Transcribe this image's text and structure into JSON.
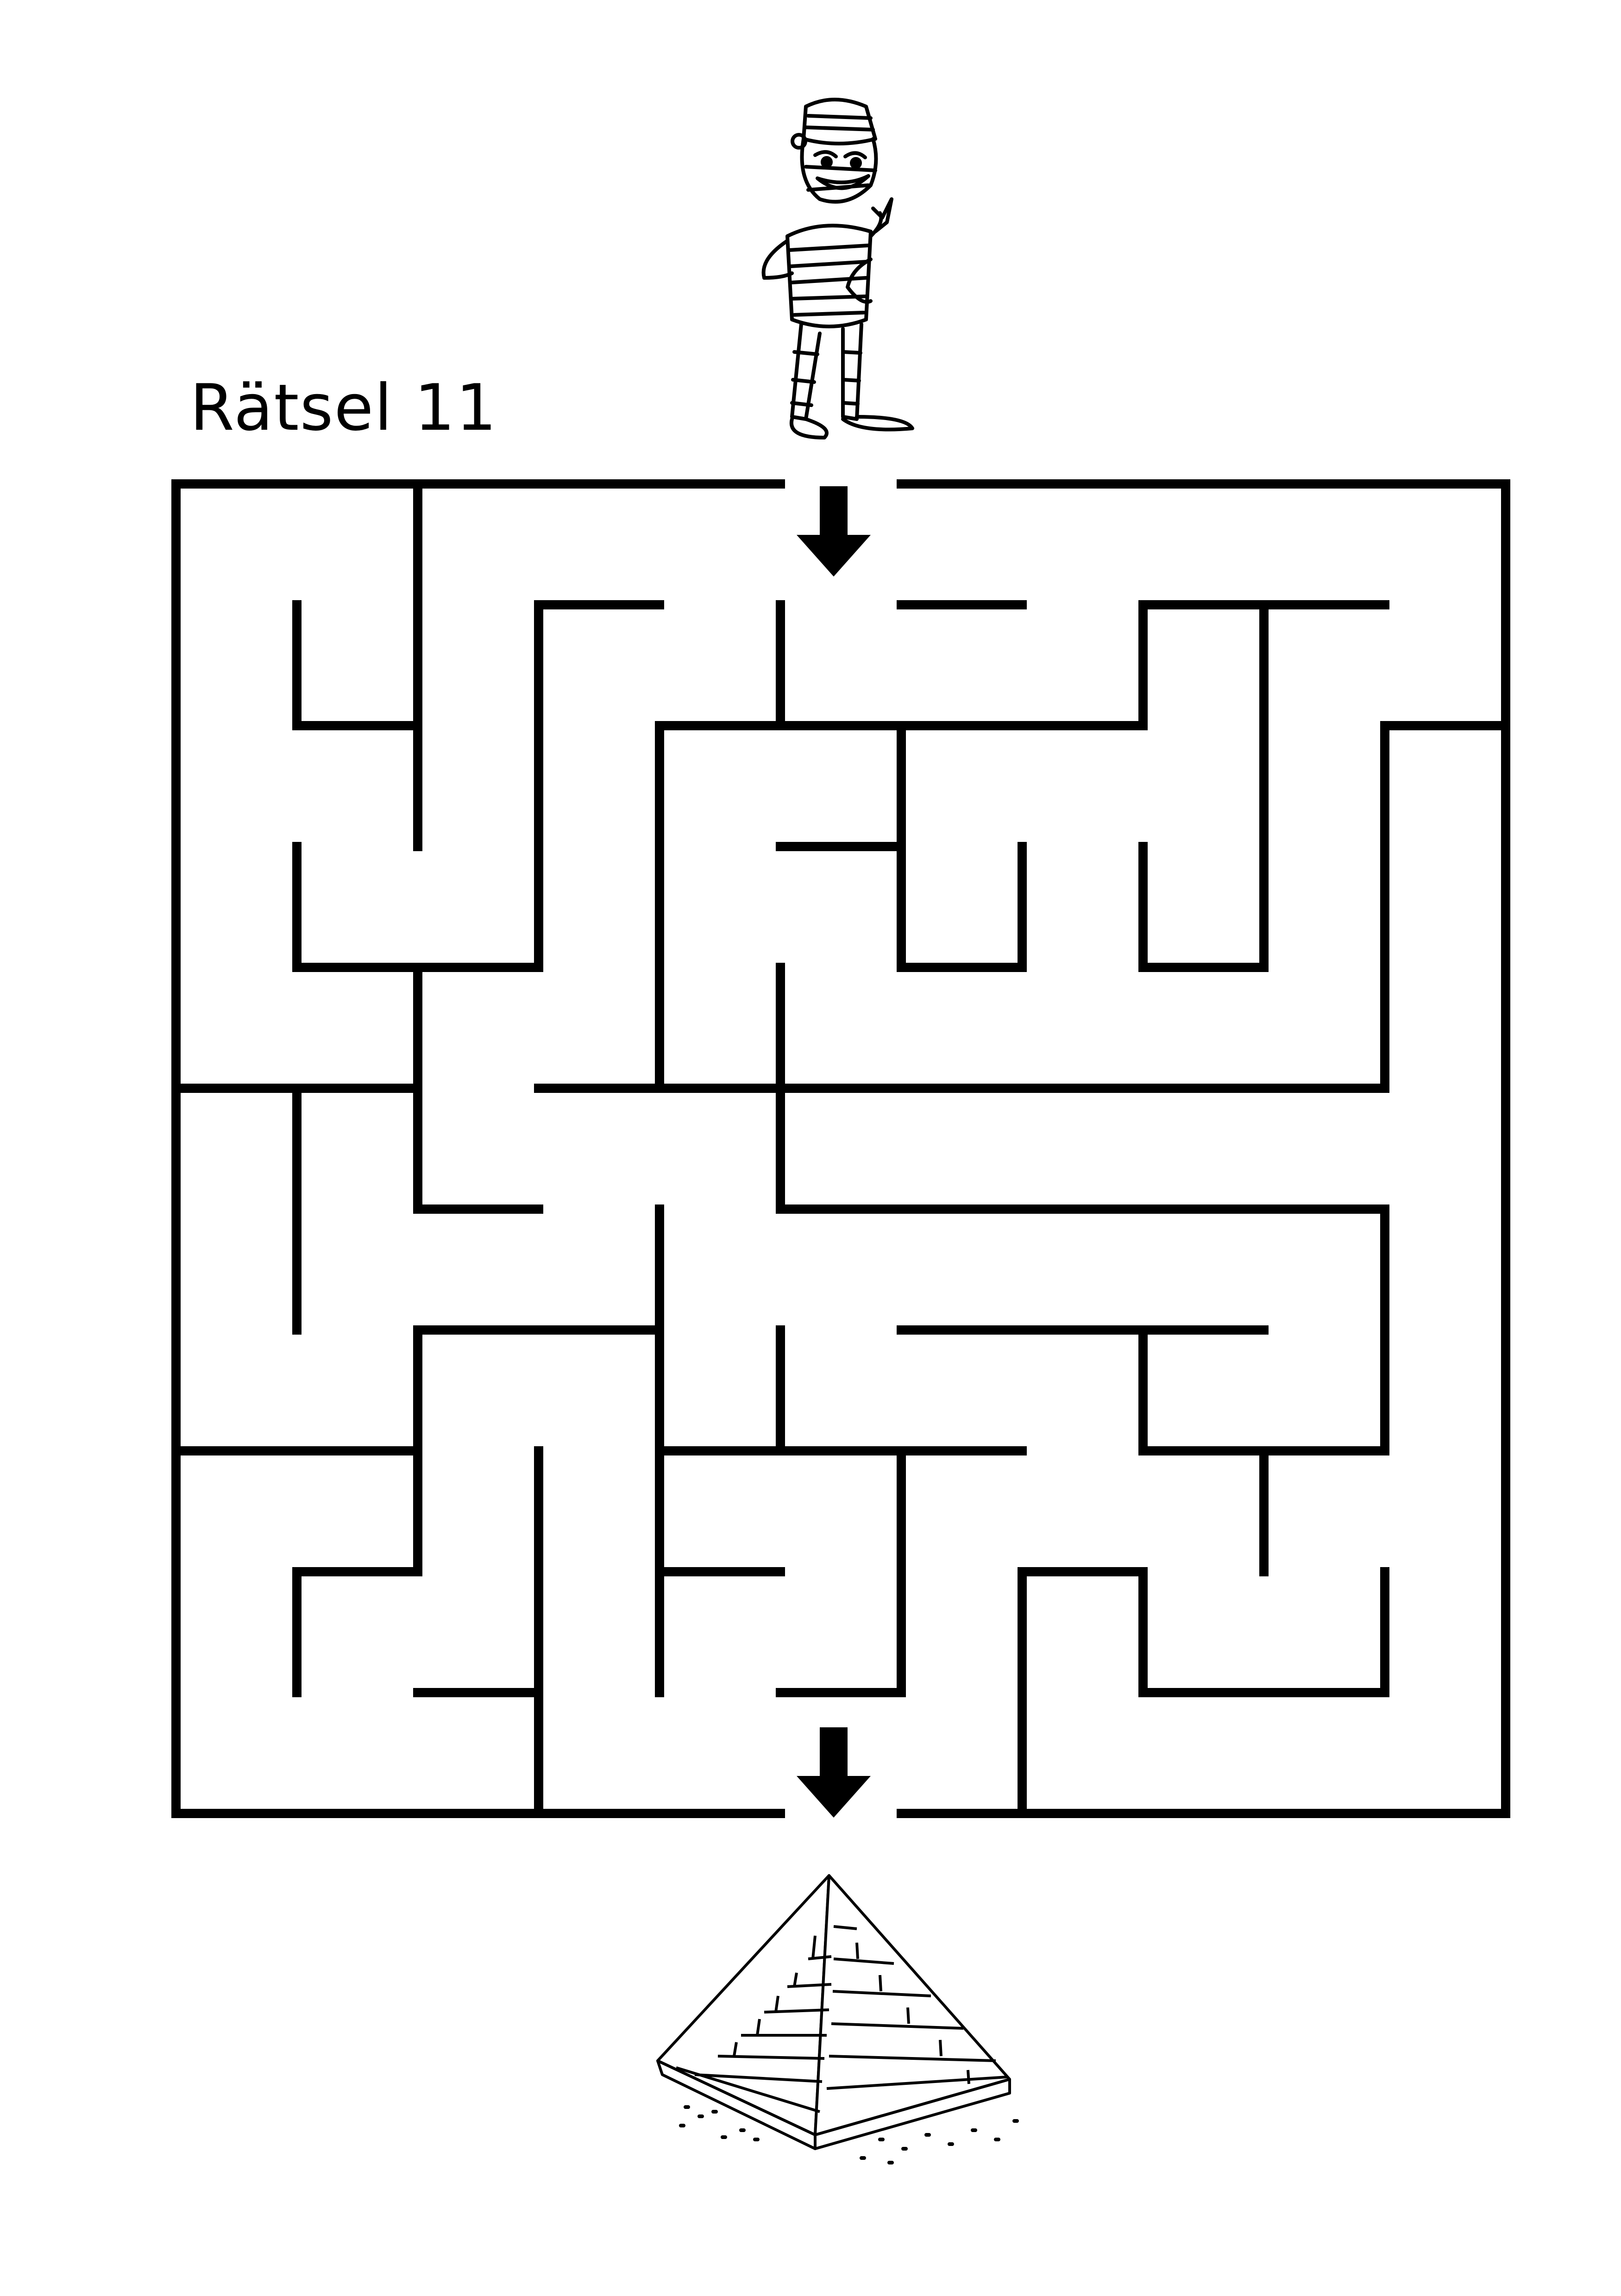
{
  "puzzle": {
    "title": "Rätsel 11",
    "type": "maze",
    "start_character": "mummy-illustration",
    "goal_object": "pyramid-illustration",
    "entry_marker": "down-arrow-icon",
    "exit_marker": "down-arrow-icon"
  },
  "colors": {
    "ink": "#000000",
    "paper": "#ffffff"
  }
}
